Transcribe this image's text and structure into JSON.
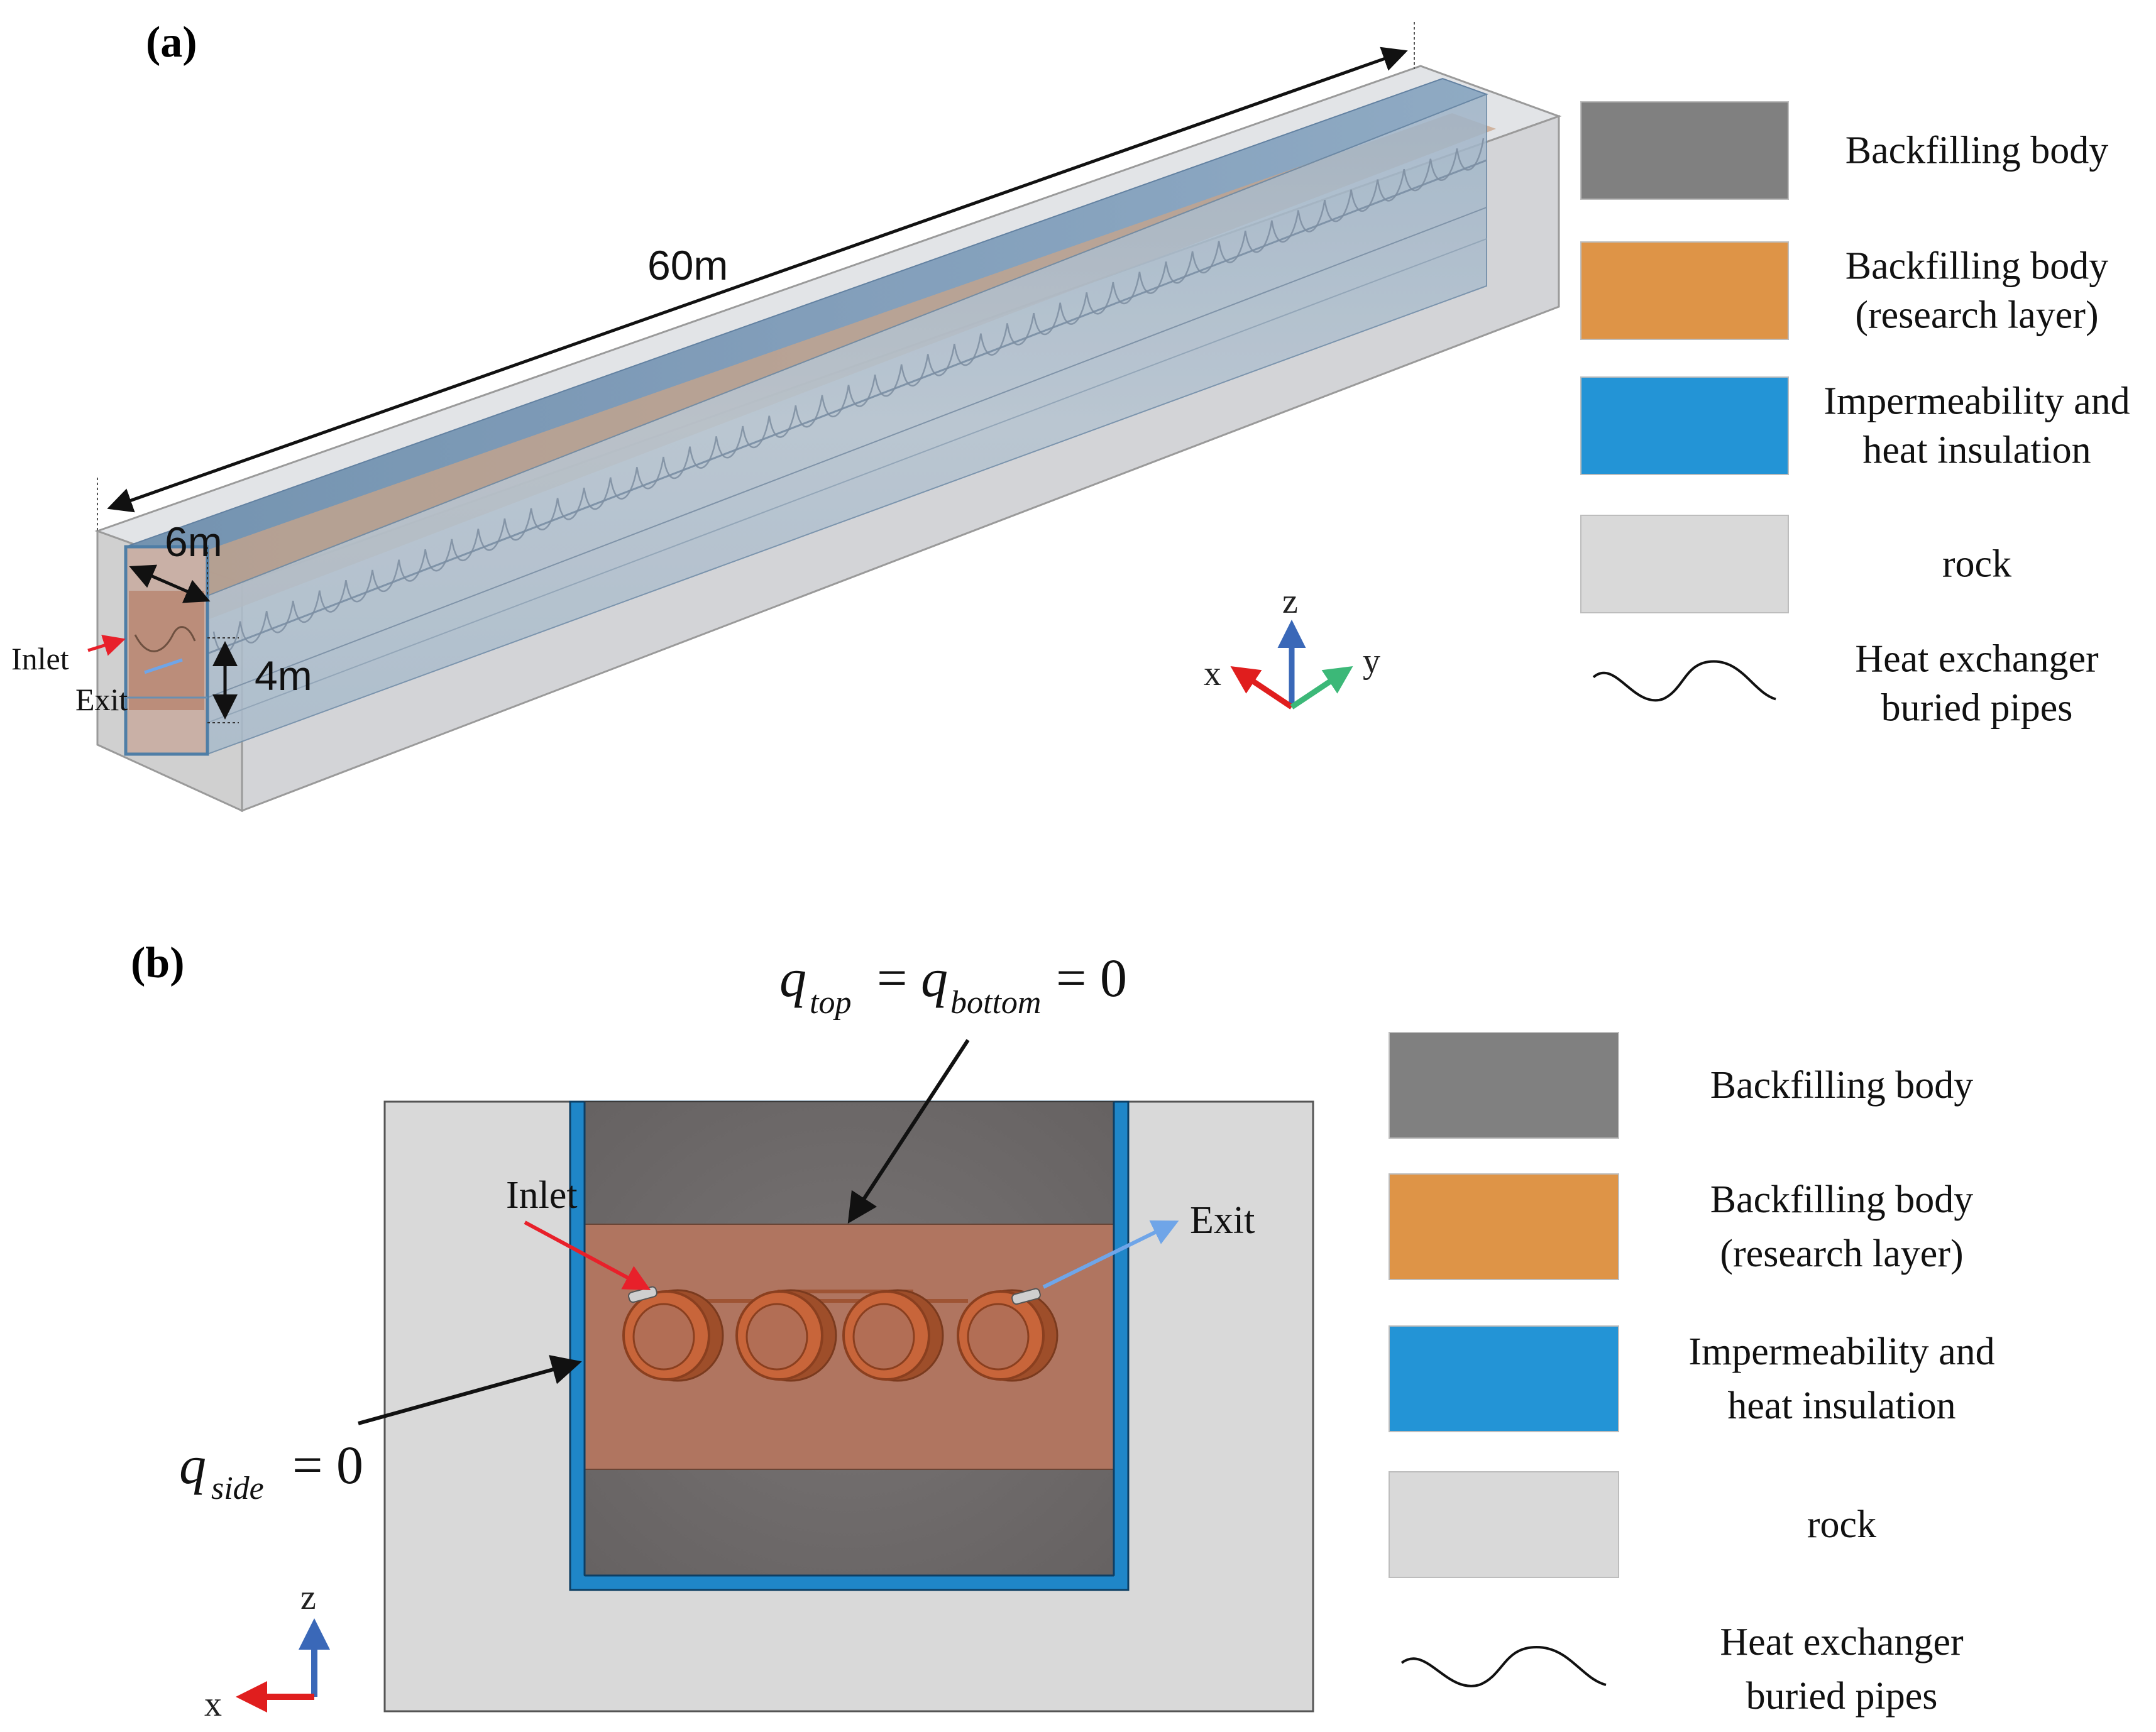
{
  "panel_a": {
    "label": "(a)",
    "dims": {
      "length": "60m",
      "width": "6m",
      "height": "4m"
    },
    "inlet": "Inlet",
    "exit": "Exit",
    "axes": {
      "x": "x",
      "y": "y",
      "z": "z"
    },
    "legend": [
      {
        "lines": [
          "Backfilling body"
        ],
        "color": "#808080",
        "kind": "swatch"
      },
      {
        "lines": [
          "Backfilling body",
          "(research layer)"
        ],
        "color": "#DE9447",
        "kind": "swatch"
      },
      {
        "lines": [
          "Impermeability and",
          "heat insulation"
        ],
        "color": "#2394D6",
        "kind": "swatch"
      },
      {
        "lines": [
          "rock"
        ],
        "color": "#D9D9D9",
        "kind": "swatch"
      },
      {
        "lines": [
          "Heat exchanger",
          "buried pipes"
        ],
        "color": "#111111",
        "kind": "curve"
      }
    ]
  },
  "panel_b": {
    "label": "(b)",
    "eq_top": {
      "q1": "q",
      "sub1": "top",
      "eq": "=",
      "q2": "q",
      "sub2": "bottom",
      "rhs": "= 0"
    },
    "eq_side": {
      "q": "q",
      "sub": "side",
      "rhs": "= 0"
    },
    "inlet": "Inlet",
    "exit": "Exit",
    "axes": {
      "x": "x",
      "z": "z"
    },
    "legend": [
      {
        "lines": [
          "Backfilling body"
        ],
        "color": "#808080",
        "kind": "swatch"
      },
      {
        "lines": [
          "Backfilling body",
          "(research layer)"
        ],
        "color": "#DE9447",
        "kind": "swatch"
      },
      {
        "lines": [
          "Impermeability and",
          "heat insulation"
        ],
        "color": "#2394D6",
        "kind": "swatch"
      },
      {
        "lines": [
          "rock"
        ],
        "color": "#D9D9D9",
        "kind": "swatch"
      },
      {
        "lines": [
          "Heat exchanger",
          "buried pipes"
        ],
        "color": "#111111",
        "kind": "curve"
      }
    ]
  },
  "colors": {
    "rock": "#D9D9D9",
    "backfill": "#6E6B6B",
    "research": "#B07560",
    "insulation": "#1F86C8",
    "pipe": "#C3612F",
    "inlet_arrow": "#E8202A",
    "exit_arrow": "#6FA5E8",
    "axis_x": "#E01E1E",
    "axis_y": "#3CB878",
    "axis_z": "#3A68B8"
  }
}
